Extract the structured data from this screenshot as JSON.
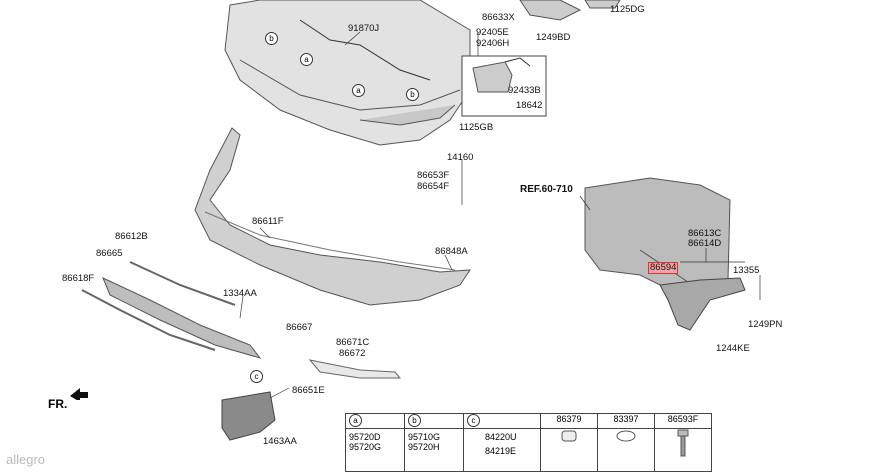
{
  "labels": {
    "p91870J": "91870J",
    "p86633X": "86633X",
    "p1125DG": "1125DG",
    "p92405E": "92405E",
    "p92406H": "92406H",
    "p1249BD": "1249BD",
    "p92433B": "92433B",
    "p18642": "18642",
    "p1125GB": "1125GB",
    "p14160": "14160",
    "p86653F": "86653F",
    "p86654F": "86654F",
    "p86611F": "86611F",
    "p86612B": "86612B",
    "p86665": "86665",
    "p86618F": "86618F",
    "p1334AA": "1334AA",
    "p86667": "86667",
    "p86848A": "86848A",
    "p86671C": "86671C",
    "p86672": "86672",
    "p86651E": "86651E",
    "p1463AA": "1463AA",
    "ref": "REF.60-710",
    "p86613C": "86613C",
    "p86614D": "86614D",
    "p86594": "86594",
    "p13355": "13355",
    "p1249PN": "1249PN",
    "p1244KE": "1244KE",
    "fr": "FR."
  },
  "callouts": {
    "a": "a",
    "b": "b",
    "c": "c"
  },
  "legend": {
    "headers": [
      "a",
      "b",
      "c",
      "86379",
      "83397",
      "86593F"
    ],
    "a_codes": [
      "95720D",
      "95720G"
    ],
    "b_codes": [
      "95710G",
      "95720H"
    ],
    "c_codes": [
      "84220U",
      "84219E"
    ]
  },
  "watermark": "allegro"
}
